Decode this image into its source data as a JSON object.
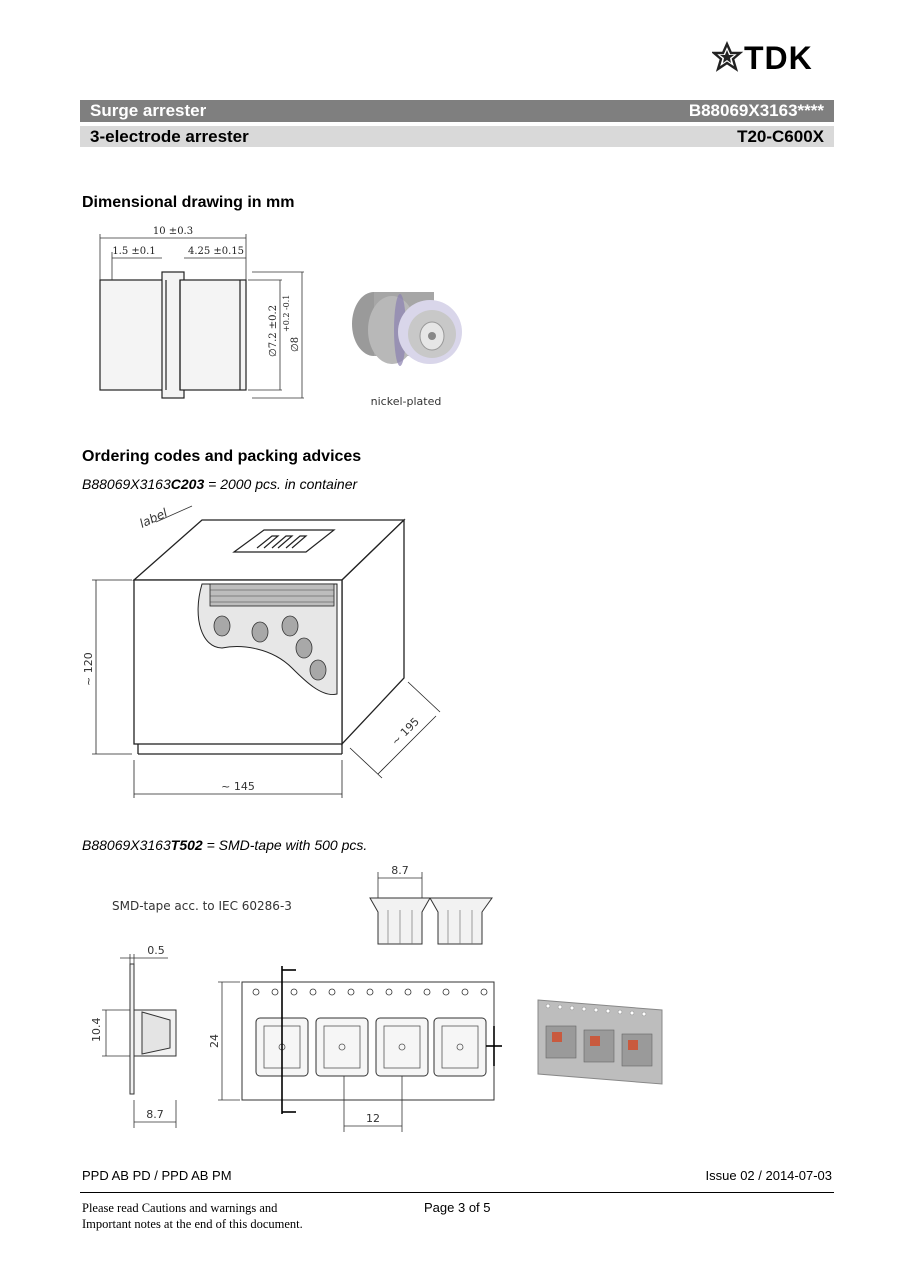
{
  "brand": {
    "name": "TDK"
  },
  "header": {
    "product": "Surge arrester",
    "part": "B88069X3163****",
    "type": "3-electrode arrester",
    "series": "T20-C600X"
  },
  "section1": {
    "title": "Dimensional drawing in mm",
    "dims": {
      "length": "10 ±0.3",
      "left": "1.5 ±0.1",
      "gap": "4.25 ±0.15",
      "d_inner": "∅7.2 ±0.2",
      "d_outer": "∅8",
      "d_outer_tol": "+0.2 -0.1"
    },
    "photo_label": "nickel-plated"
  },
  "section2": {
    "title": "Ordering codes and packing advices",
    "code1": {
      "prefix": "B88069X3163",
      "bold": "C203",
      "rest": " = 2000 pcs. in container"
    },
    "box": {
      "label": "label",
      "height": "~ 120",
      "width": "~ 145",
      "depth": "~ 195"
    },
    "code2": {
      "prefix": "B88069X3163",
      "bold": "T502",
      "rest": " = SMD-tape with 500 pcs."
    },
    "tape": {
      "caption": "SMD-tape acc. to IEC 60286-3",
      "pitch_top": "8.7",
      "thick": "0.5",
      "h104": "10.4",
      "w87": "8.7",
      "h24": "24",
      "pitch12": "12"
    }
  },
  "footer": {
    "dept": "PPD AB PD / PPD AB PM",
    "issue": "Issue 02 / 2014-07-03",
    "note1": "Please read Cautions and warnings and",
    "note2": "Important notes at the end of this document.",
    "page": "Page 3 of 5"
  }
}
